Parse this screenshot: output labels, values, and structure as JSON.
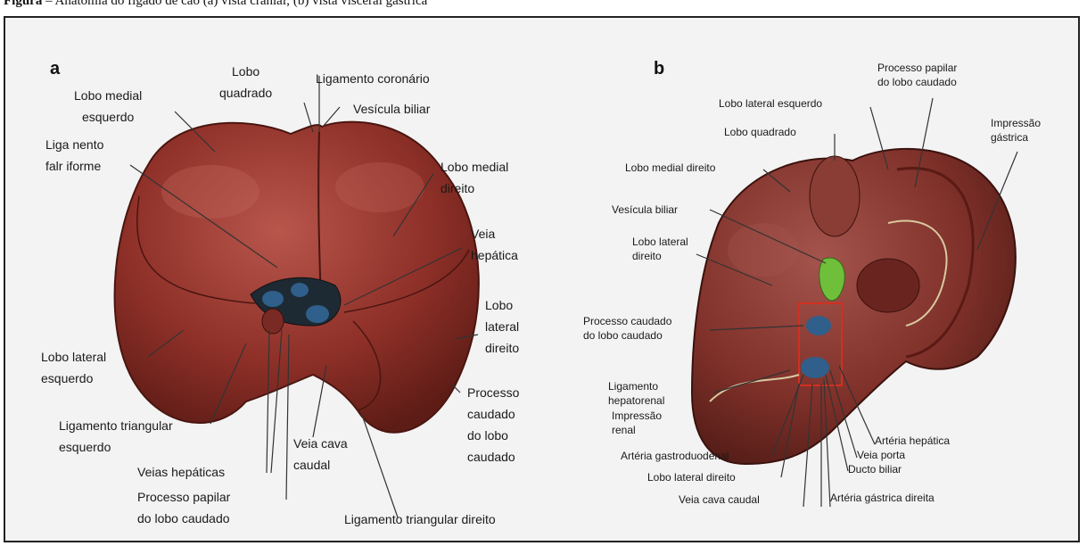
{
  "caption": {
    "prefix": "Figura",
    "text": " – Anatomia do fígado de cão (a) vista cranial; (b) vista visceral gastrica"
  },
  "panels": {
    "a": {
      "letter": "a",
      "labels": {
        "lobo_medial_esquerdo": "Lobo medial\nesquerdo",
        "lobo_quadrado": "Lobo\nquadrado",
        "ligamento_coronario": "Ligamento coronário",
        "vesicula_biliar": "Vesícula biliar",
        "ligamento_falciforme": "Liga nento\nfalr iforme",
        "lobo_medial_direito": "Lobo medial\ndireito",
        "veia_hepatica": "Veia\nhepática",
        "lobo_lateral_direito": "Lobo\nlateral\ndireito",
        "lobo_lateral_esquerdo": "Lobo lateral\nesquerdo",
        "processo_caudado": "Processo\ncaudado\ndo lobo\ncaudado",
        "ligamento_triangular_esquerdo": "Ligamento triangular\nesquerdo",
        "veias_hepaticas": "Veias hepáticas",
        "veia_cava_caudal": "Veia cava\ncaudal",
        "processo_papilar": "Processo papilar\ndo lobo caudado",
        "ligamento_triangular_direito": "Ligamento triangular direito"
      }
    },
    "b": {
      "letter": "b",
      "labels": {
        "processo_papilar": "Processo papilar\ndo lobo caudado",
        "lobo_lateral_esquerdo": "Lobo lateral esquerdo",
        "impressao_gastrica": "Impressão\ngástrica",
        "lobo_quadrado": "Lobo quadrado",
        "lobo_medial_direito": "Lobo medial direito",
        "vesicula_biliar": "Vesícula biliar",
        "lobo_lateral_direito": "Lobo lateral\ndireito",
        "processo_caudado": "Processo caudado\ndo lobo caudado",
        "ligamento_hepatorenal": "Ligamento\nhepatorenal",
        "impressao_renal": "Impressão\nrenal",
        "arteria_gastroduodenal": "Artéria gastroduodenal",
        "lobo_lateral_direito_2": "Lobo lateral direito",
        "veia_cava_caudal": "Veia cava caudal",
        "arteria_hepatica": "Artéria hepática",
        "veia_porta": "Veia porta",
        "ducto_biliar": "Ducto biliar",
        "arteria_gastrica_direita": "Artéria gástrica direita"
      }
    }
  },
  "colors": {
    "liver": "#8e3028",
    "liver_light": "#b0504a",
    "liver_dark": "#5a1a15",
    "vessel_blue": "#2f5f8a",
    "gallbladder": "#6fbf3a",
    "line": "#333333"
  }
}
